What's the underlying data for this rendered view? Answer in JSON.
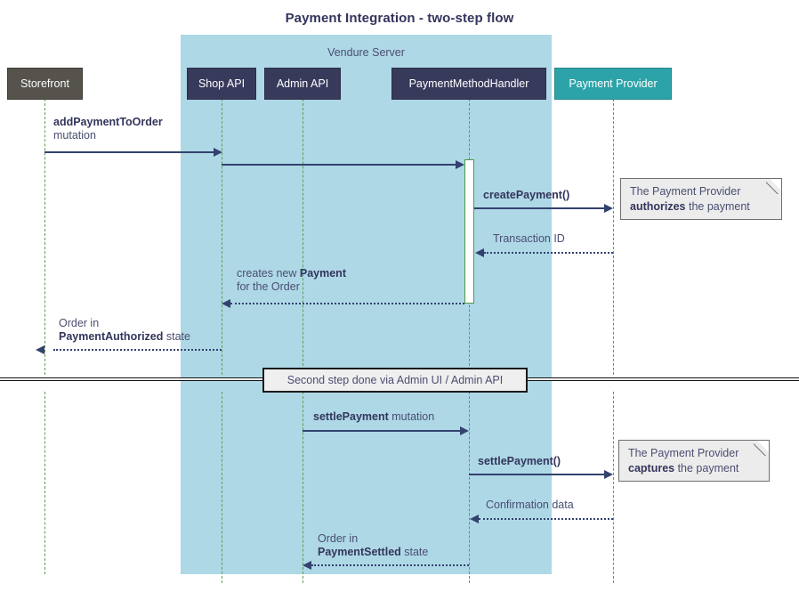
{
  "diagram": {
    "title": "Payment Integration - two-step flow",
    "type": "sequence-diagram",
    "colors": {
      "group_background": "#aed8e6",
      "participant_dark": "#383a5c",
      "participant_grey": "#56524c",
      "participant_teal": "#2ca3a8",
      "lifeline": "#5e9c4e",
      "arrow": "#33426e",
      "note_background": "#ececec",
      "text": "#4a4e72"
    }
  },
  "group": {
    "label": "Vendure Server"
  },
  "participants": [
    {
      "id": "storefront",
      "label": "Storefront",
      "style": "grey"
    },
    {
      "id": "shop-api",
      "label": "Shop API",
      "style": "dark"
    },
    {
      "id": "admin-api",
      "label": "Admin API",
      "style": "dark"
    },
    {
      "id": "payment-method-handler",
      "label": "PaymentMethodHandler",
      "style": "dark"
    },
    {
      "id": "payment-provider",
      "label": "Payment Provider",
      "style": "teal"
    }
  ],
  "messages": [
    {
      "id": "add-payment-to-order",
      "from": "storefront",
      "to": "shop-api",
      "direction": "right",
      "style": "solid",
      "label_bold": "addPaymentToOrder",
      "label_plain": "mutation",
      "lines": [
        "addPaymentToOrder",
        "mutation"
      ]
    },
    {
      "id": "shop-api-to-handler",
      "from": "shop-api",
      "to": "payment-method-handler",
      "direction": "right",
      "style": "solid",
      "label_bold": "",
      "label_plain": "",
      "lines": []
    },
    {
      "id": "create-payment",
      "from": "payment-method-handler",
      "to": "payment-provider",
      "direction": "right",
      "style": "solid",
      "label_bold": "createPayment()",
      "label_plain": "",
      "lines": [
        "createPayment()"
      ]
    },
    {
      "id": "transaction-id",
      "from": "payment-provider",
      "to": "payment-method-handler",
      "direction": "left",
      "style": "dotted",
      "label_bold": "",
      "label_plain": "Transaction ID",
      "lines": [
        "Transaction ID"
      ]
    },
    {
      "id": "creates-new-payment",
      "from": "payment-method-handler",
      "to": "shop-api",
      "direction": "left",
      "style": "dotted",
      "label_bold": "Payment",
      "label_plain": "creates new",
      "lines": [
        "creates new Payment",
        "for the Order"
      ]
    },
    {
      "id": "order-payment-authorized",
      "from": "shop-api",
      "to": "storefront",
      "direction": "left",
      "style": "dotted",
      "label_bold": "PaymentAuthorized",
      "label_plain": "Order in / state",
      "lines": [
        "Order in",
        "PaymentAuthorized state"
      ]
    },
    {
      "id": "settle-payment-mutation",
      "from": "admin-api",
      "to": "payment-method-handler",
      "direction": "right",
      "style": "solid",
      "label_bold": "settlePayment",
      "label_plain": "mutation",
      "lines": [
        "settlePayment mutation"
      ]
    },
    {
      "id": "settle-payment-call",
      "from": "payment-method-handler",
      "to": "payment-provider",
      "direction": "right",
      "style": "solid",
      "label_bold": "settlePayment()",
      "label_plain": "",
      "lines": [
        "settlePayment()"
      ]
    },
    {
      "id": "confirmation-data",
      "from": "payment-provider",
      "to": "payment-method-handler",
      "direction": "left",
      "style": "dotted",
      "label_bold": "",
      "label_plain": "Confirmation data",
      "lines": [
        "Confirmation data"
      ]
    },
    {
      "id": "order-payment-settled",
      "from": "payment-method-handler",
      "to": "admin-api",
      "direction": "left",
      "style": "dotted",
      "label_bold": "PaymentSettled",
      "label_plain": "Order in / state",
      "lines": [
        "Order in",
        "PaymentSettled state"
      ]
    }
  ],
  "labels": {
    "add_payment_line1": "addPaymentToOrder",
    "add_payment_line2": "mutation",
    "create_payment": "createPayment()",
    "transaction_id": "Transaction ID",
    "creates_new_1a": "creates new ",
    "creates_new_1b": "Payment",
    "creates_new_2": "for the Order",
    "order_auth_1": "Order in",
    "order_auth_2a": "PaymentAuthorized",
    "order_auth_2b": " state",
    "settle_mutation_a": "settlePayment",
    "settle_mutation_b": " mutation",
    "settle_call": "settlePayment()",
    "confirmation_data": "Confirmation data",
    "order_settled_1": "Order in",
    "order_settled_2a": "PaymentSettled",
    "order_settled_2b": " state"
  },
  "divider": {
    "label": "Second step done via Admin UI / Admin API"
  },
  "notes": [
    {
      "id": "note-authorizes",
      "line1": "The Payment Provider",
      "bold": "authorizes",
      "line2_suffix": " the payment"
    },
    {
      "id": "note-captures",
      "line1": "The Payment Provider",
      "bold": "captures",
      "line2_suffix": " the payment"
    }
  ]
}
